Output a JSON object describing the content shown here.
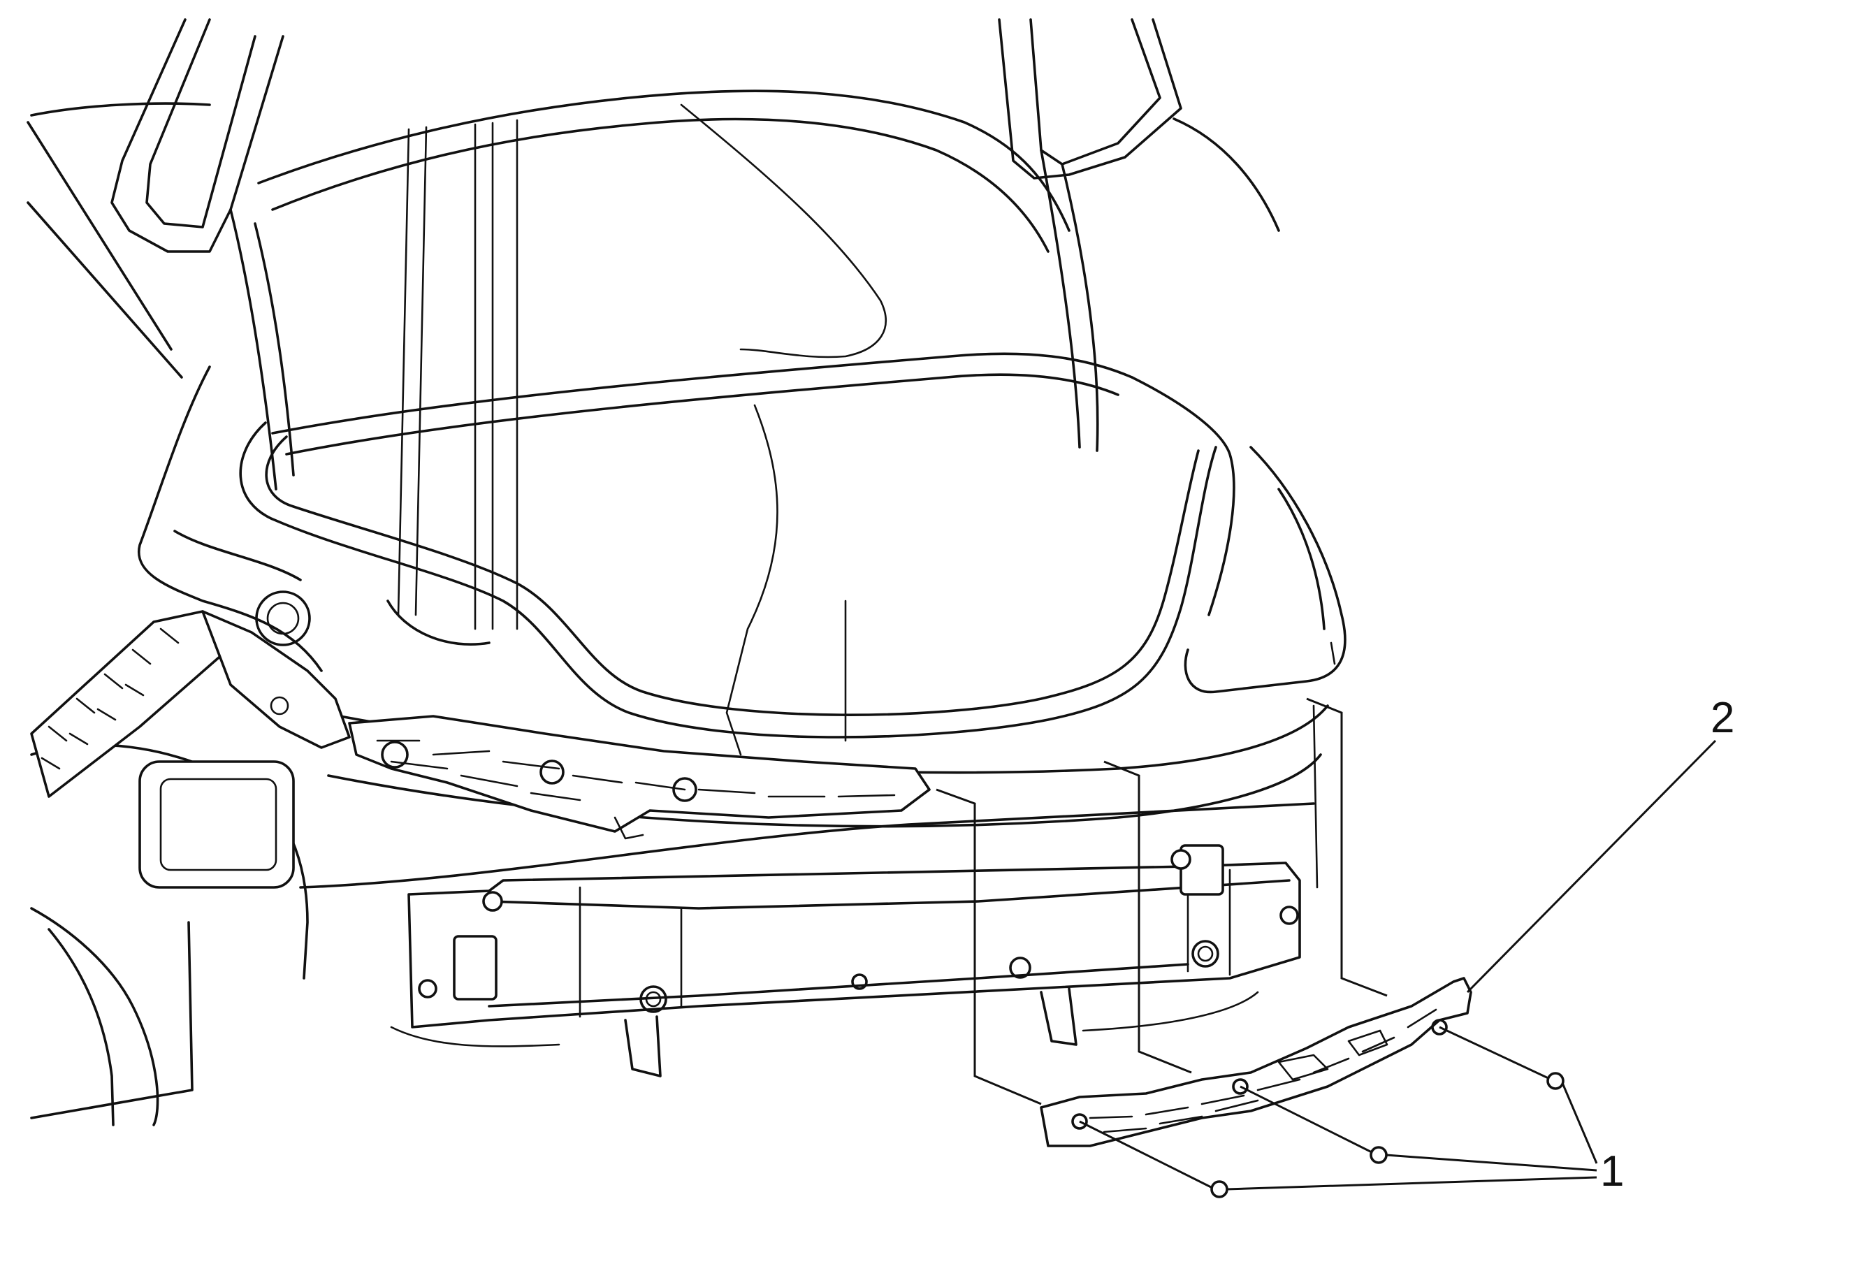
{
  "callouts": {
    "fasteners": "1",
    "bracket": "2"
  },
  "parts": {
    "fastener_count": 3,
    "line_color": "#111111",
    "background_color": "#ffffff"
  }
}
